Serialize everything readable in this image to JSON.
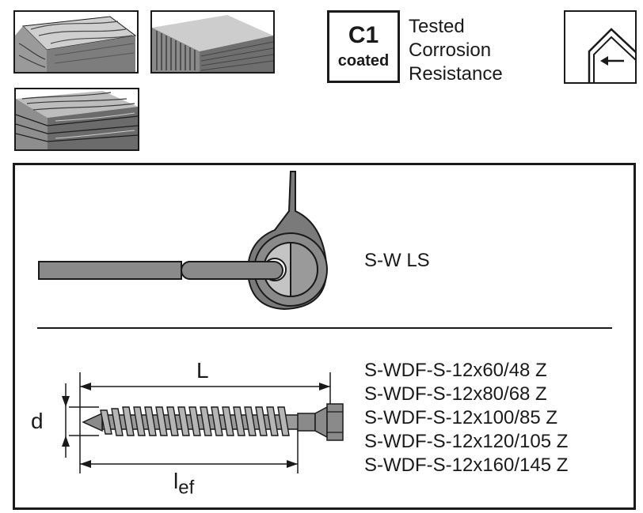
{
  "application_icons": [
    {
      "name": "solid-timber-board"
    },
    {
      "name": "glulam-beam"
    },
    {
      "name": "cross-laminated-timber"
    }
  ],
  "corrosion_badge": {
    "code": "C1",
    "coating": "coated",
    "text_lines": [
      "Tested",
      "Corrosion",
      "Resistance"
    ]
  },
  "usage_icon": "indoor-house-icon",
  "bits_section": {
    "bit_label": "S-W LS"
  },
  "screw_section": {
    "dimension_L": "L",
    "dimension_d": "d",
    "dimension_lef_main": "l",
    "dimension_lef_sub": "ef",
    "variants": [
      "S-WDF-S-12x60/48 Z",
      "S-WDF-S-12x80/68 Z",
      "S-WDF-S-12x100/85 Z",
      "S-WDF-S-12x120/105 Z",
      "S-WDF-S-12x160/145 Z"
    ]
  },
  "colors": {
    "line": "#1a1a1a",
    "metal": "#8c8c8c",
    "metal_dark": "#5e5e5e",
    "wood_light": "#c8c8c8",
    "wood_dark": "#7a7a7a"
  }
}
